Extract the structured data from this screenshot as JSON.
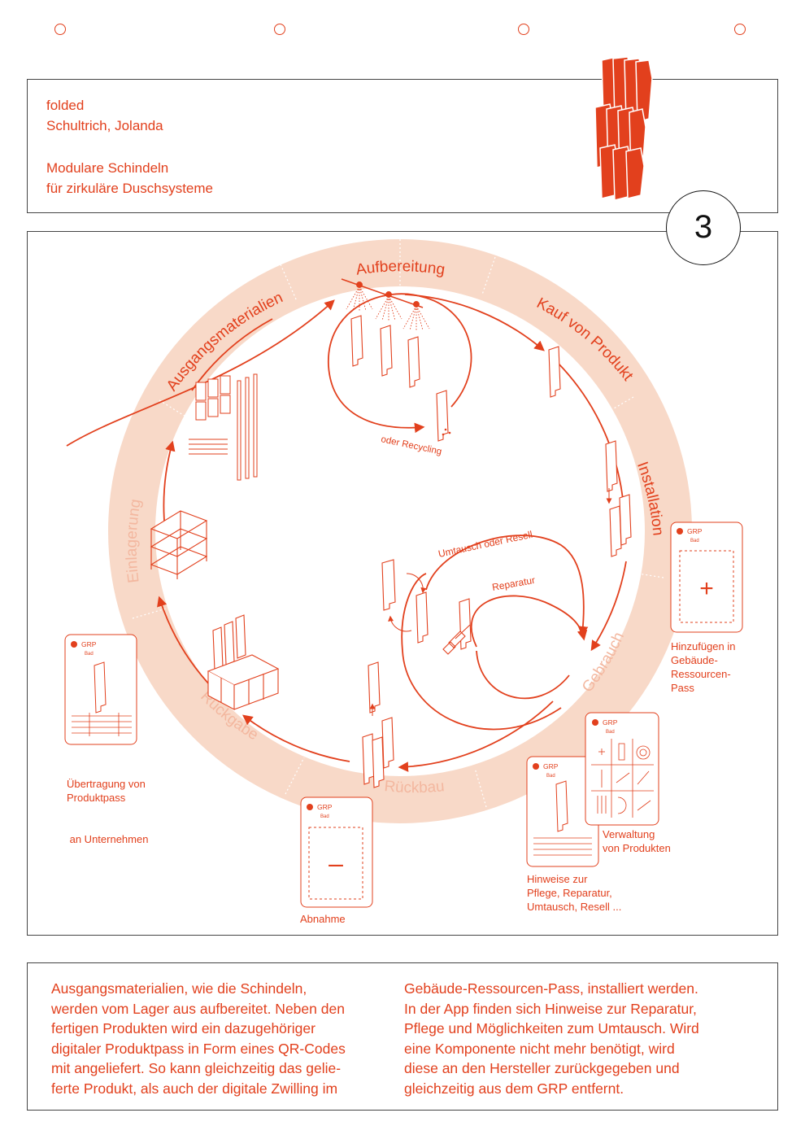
{
  "header": {
    "line1": "folded",
    "line2": "Schultrich, Jolanda",
    "line3": "Modulare Schindeln",
    "line4": "für zirkuläre Duschsysteme",
    "page_number": "3"
  },
  "cycle": {
    "stages": [
      "Aufbereitung",
      "Kauf von Produkt",
      "Installation",
      "Gebrauch",
      "Rückbau",
      "Rückgabe",
      "Einlagerung",
      "Ausgangsmaterialien"
    ],
    "inner_labels": {
      "recycling": "oder Recycling",
      "exchange": "Umtausch oder Resell",
      "repair": "Reparatur"
    }
  },
  "cards": {
    "brand": "GRP",
    "sub": "Bad",
    "add_symbol": "+",
    "remove_symbol": "–",
    "add_caption": [
      "Hinzufügen in",
      "Gebäude-",
      "Ressourcen-",
      "Pass"
    ],
    "transfer_caption": [
      "Übertragung von",
      "Produktpass",
      " an Unternehmen"
    ],
    "remove_caption": [
      "Abnahme"
    ],
    "manage_caption": [
      "Verwaltung",
      "von Produkten"
    ],
    "hints_caption": [
      "Hinweise zur",
      "Pflege, Reparatur,",
      "Umtausch, Resell ..."
    ]
  },
  "body_text": {
    "left": [
      "Ausgangsmaterialien, wie die Schindeln,",
      "werden vom Lager aus aufbereitet. Neben den",
      "fertigen Produkten wird ein dazugehöriger",
      "digitaler Produktpass in Form eines QR-Codes",
      "mit angeliefert. So kann gleichzeitig das gelie-",
      "ferte Produkt, als auch der digitale Zwilling im"
    ],
    "right": [
      "Gebäude-Ressourcen-Pass, installiert werden.",
      "In der App finden sich Hinweise zur Reparatur,",
      "Pflege und Möglichkeiten zum Umtausch. Wird",
      "eine Komponente nicht mehr benötigt, wird",
      "diese an den Hersteller zurückgegeben und",
      "gleichzeitig aus dem GRP entfernt."
    ]
  },
  "colors": {
    "accent": "#e2401d",
    "ring": "#f8d9c8",
    "ring_text": "#f3b79f",
    "frame": "#444444"
  }
}
